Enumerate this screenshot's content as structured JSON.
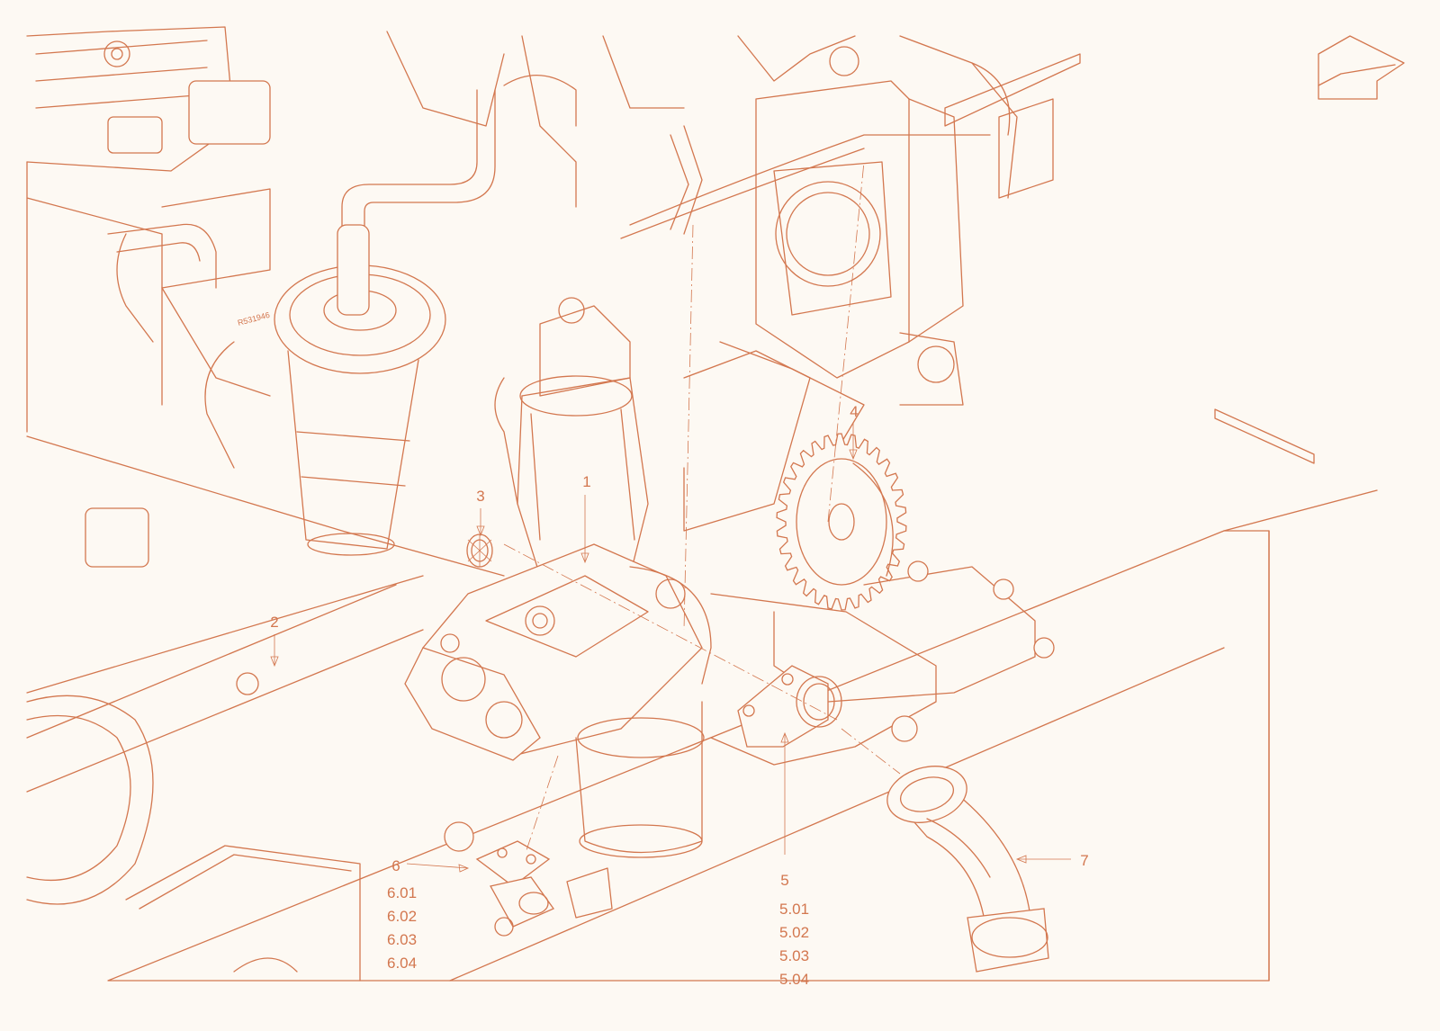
{
  "colors": {
    "line": "#d3774f",
    "background": "#fdf9f3"
  },
  "icons": {
    "orientation": "direction-arrow-icon"
  },
  "stamps": {
    "part_number": "R531946"
  },
  "callouts": {
    "c1": "1",
    "c2": "2",
    "c3": "3",
    "c4": "4",
    "c5": "5",
    "c6": "6",
    "c7": "7"
  },
  "sub_callouts": {
    "s6_01": "6.01",
    "s6_02": "6.02",
    "s6_03": "6.03",
    "s6_04": "6.04",
    "s5_01": "5.01",
    "s5_02": "5.02",
    "s5_03": "5.03",
    "s5_04": "5.04"
  }
}
